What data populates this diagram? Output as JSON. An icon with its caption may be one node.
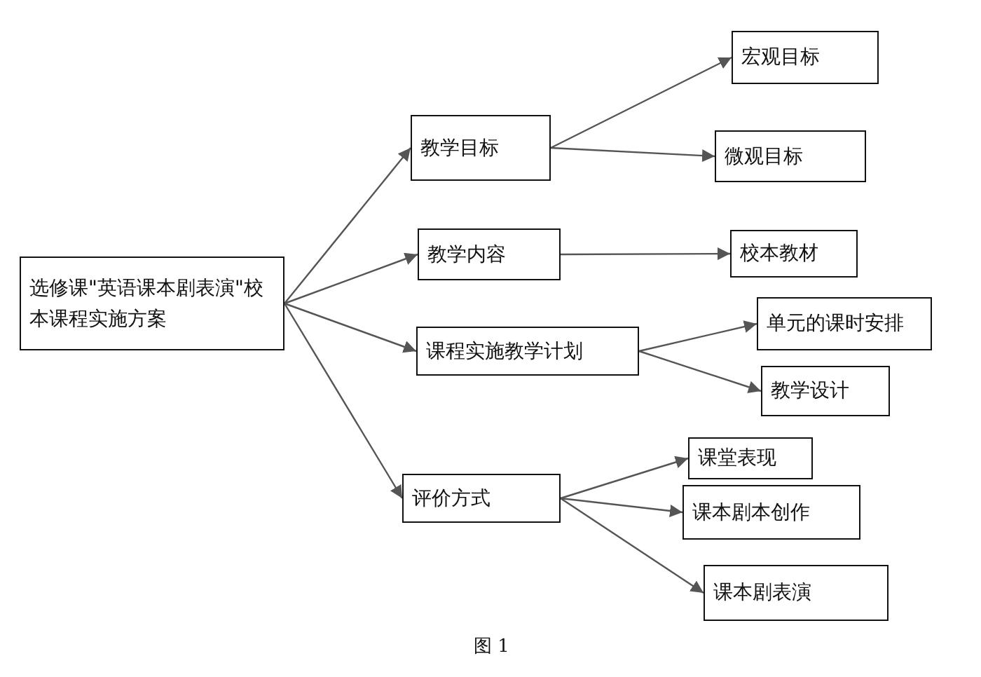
{
  "diagram": {
    "caption": "图 1",
    "nodes": [
      {
        "text": [
          "选修课\"英语课本剧表演\"校本课程实施方案"
        ]
      },
      {
        "text": [
          "教学目标"
        ]
      },
      {
        "text": [
          "教学内容"
        ]
      },
      {
        "text": [
          "课程实施教学计划"
        ]
      },
      {
        "text": [
          "评价方式"
        ]
      },
      {
        "text": [
          "宏观目标"
        ]
      },
      {
        "text": [
          "微观目标"
        ]
      },
      {
        "text": [
          "校本教材"
        ]
      },
      {
        "text": [
          "单元的课时安排"
        ]
      },
      {
        "text": [
          "教学设计"
        ]
      },
      {
        "text": [
          "课堂表现"
        ]
      },
      {
        "text": [
          "课本剧本创作"
        ]
      },
      {
        "text": [
          "课本剧表演"
        ]
      }
    ],
    "edges": [
      {
        "from": 0,
        "to": 1,
        "arrow": "to"
      },
      {
        "from": 0,
        "to": 2,
        "arrow": "to"
      },
      {
        "from": 0,
        "to": 3,
        "arrow": "to"
      },
      {
        "from": 0,
        "to": 4,
        "arrow": "to"
      },
      {
        "from": 1,
        "to": 5,
        "arrow": "to"
      },
      {
        "from": 1,
        "to": 6,
        "arrow": "to"
      },
      {
        "from": 2,
        "to": 7,
        "arrow": "to"
      },
      {
        "from": 3,
        "to": 8,
        "arrow": "to"
      },
      {
        "from": 3,
        "to": 9,
        "arrow": "to"
      },
      {
        "from": 4,
        "to": 10,
        "arrow": "to"
      },
      {
        "from": 4,
        "to": 11,
        "arrow": "to"
      },
      {
        "from": 4,
        "to": 12,
        "arrow": "to"
      }
    ]
  }
}
